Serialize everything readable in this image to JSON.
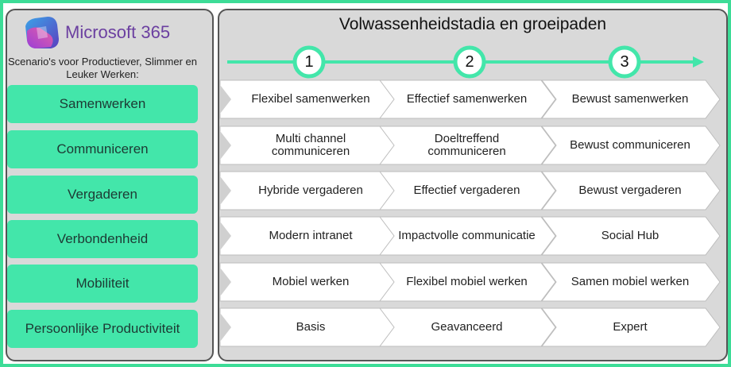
{
  "brand": {
    "logo_name": "Microsoft 365",
    "accent": "#43e6aa",
    "frame": "#3ddc97"
  },
  "left": {
    "subtitle": "Scenario's voor Productiever, Slimmer en Leuker Werken:",
    "scenarios": [
      "Samenwerken",
      "Communiceren",
      "Vergaderen",
      "Verbondenheid",
      "Mobiliteit",
      "Persoonlijke Productiviteit"
    ]
  },
  "right": {
    "title": "Volwassenheidstadia en groeipaden",
    "steps": [
      "1",
      "2",
      "3"
    ],
    "rows": [
      [
        "Flexibel samenwerken",
        "Effectief samenwerken",
        "Bewust samenwerken"
      ],
      [
        "Multi channel communiceren",
        "Doeltreffend communiceren",
        "Bewust communiceren"
      ],
      [
        "Hybride vergaderen",
        "Effectief vergaderen",
        "Bewust vergaderen"
      ],
      [
        "Modern intranet",
        "Impactvolle communicatie",
        "Social Hub"
      ],
      [
        "Mobiel werken",
        "Flexibel mobiel werken",
        "Samen mobiel werken"
      ],
      [
        "Basis",
        "Geavanceerd",
        "Expert"
      ]
    ]
  }
}
